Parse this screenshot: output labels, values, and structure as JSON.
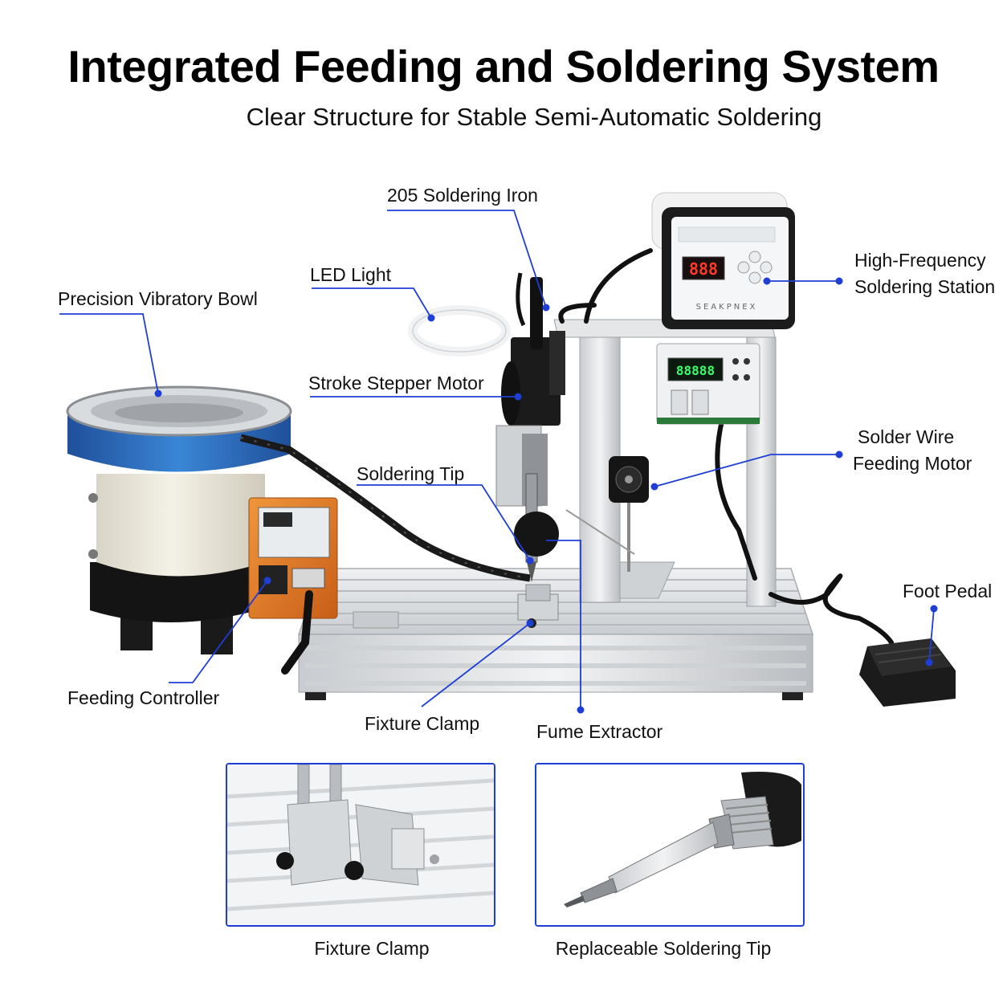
{
  "header": {
    "title": "Integrated Feeding and Soldering System",
    "subtitle": "Clear Structure for Stable Semi-Automatic Soldering"
  },
  "labels": {
    "soldering_iron": "205 Soldering Iron",
    "led_light": "LED Light",
    "vibratory_bowl": "Precision Vibratory Bowl",
    "stepper_motor": "Stroke Stepper Motor",
    "soldering_tip": "Soldering Tip",
    "hf_station_line1": "High-Frequency",
    "hf_station_line2": "Soldering Station",
    "wire_motor_line1": "Solder Wire",
    "wire_motor_line2": "Feeding Motor",
    "foot_pedal": "Foot Pedal",
    "feeding_controller": "Feeding Controller",
    "fixture_clamp": "Fixture Clamp",
    "fume_extractor": "Fume Extractor"
  },
  "displays": {
    "station_readout": "888",
    "controller_readout": "88888",
    "station_brand": "SEAKPNEX"
  },
  "insets": [
    {
      "caption": "Fixture Clamp"
    },
    {
      "caption": "Replaceable Soldering Tip"
    }
  ],
  "colors": {
    "callout": "#1e3ed6",
    "bowl_blue": "#2a6fc2",
    "controller_orange": "#e0782a",
    "led_red": "#ff3a2a",
    "led_green": "#37ff6a"
  }
}
